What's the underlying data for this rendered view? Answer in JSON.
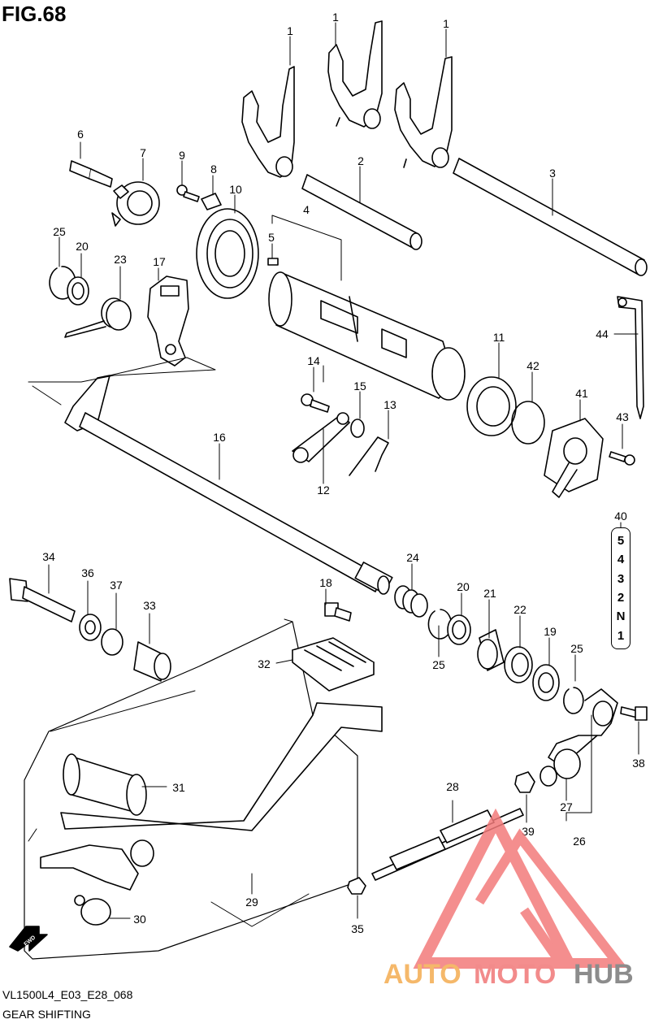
{
  "figure": {
    "title": "FIG.68",
    "model_code": "VL1500L4_E03_E28_068",
    "caption": "GEAR SHIFTING"
  },
  "callouts": [
    "1",
    "1",
    "1",
    "2",
    "3",
    "4",
    "5",
    "6",
    "7",
    "8",
    "9",
    "10",
    "11",
    "12",
    "13",
    "14",
    "15",
    "16",
    "17",
    "18",
    "19",
    "20",
    "20",
    "21",
    "22",
    "23",
    "24",
    "25",
    "25",
    "25",
    "26",
    "27",
    "28",
    "29",
    "30",
    "31",
    "32",
    "33",
    "34",
    "35",
    "36",
    "37",
    "38",
    "39",
    "40",
    "41",
    "42",
    "43",
    "44"
  ],
  "gear_indicator": [
    "5",
    "4",
    "3",
    "2",
    "N",
    "1"
  ],
  "fwd_label": "FWD",
  "watermark": {
    "part1": "AUTO",
    "part2": "MOTO",
    "part3": "HUB",
    "colors": {
      "part1": "#f5b86a",
      "part2": "#f28b8b",
      "part3": "#8c8c8c",
      "logo": "#f37b7b"
    }
  }
}
